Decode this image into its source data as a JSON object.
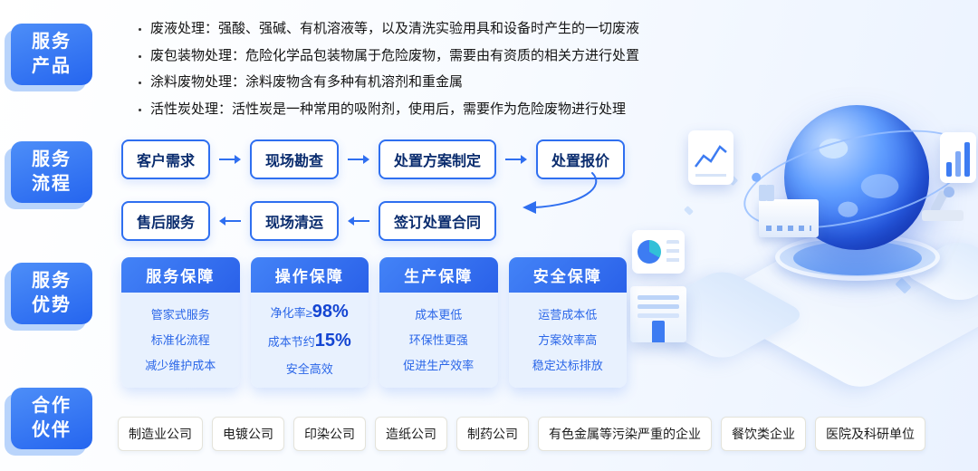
{
  "products": {
    "badge": [
      "服务",
      "产品"
    ],
    "items": [
      "废液处理：强酸、强碱、有机溶液等，以及清洗实验用具和设备时产生的一切废液",
      "废包装物处理：危险化学品包装物属于危险废物，需要由有资质的相关方进行处置",
      "涂料废物处理：涂料废物含有多种有机溶剂和重金属",
      "活性炭处理：活性炭是一种常用的吸附剂，使用后，需要作为危险废物进行处理"
    ]
  },
  "process": {
    "badge": [
      "服务",
      "流程"
    ],
    "row1": [
      "客户需求",
      "现场勘查",
      "处置方案制定",
      "处置报价"
    ],
    "row2": [
      "售后服务",
      "现场清运",
      "签订处置合同"
    ]
  },
  "advantages": {
    "badge": [
      "服务",
      "优势"
    ],
    "cards": [
      {
        "title": "服务保障",
        "lines": [
          "管家式服务",
          "标准化流程",
          "减少维护成本"
        ]
      },
      {
        "title": "操作保障",
        "stats": [
          {
            "label": "净化率≥",
            "value": "98%"
          },
          {
            "label": "成本节约",
            "value": "15%"
          }
        ],
        "line": "安全高效"
      },
      {
        "title": "生产保障",
        "lines": [
          "成本更低",
          "环保性更强",
          "促进生产效率"
        ]
      },
      {
        "title": "安全保障",
        "lines": [
          "运营成本低",
          "方案效率高",
          "稳定达标排放"
        ]
      }
    ]
  },
  "partners": {
    "badge": [
      "合作",
      "伙伴"
    ],
    "tags": [
      "制造业公司",
      "电镀公司",
      "印染公司",
      "造纸公司",
      "制药公司",
      "有色金属等污染严重的企业",
      "餐饮类企业",
      "医院及科研单位"
    ]
  },
  "colors": {
    "accent": "#2F6FF0",
    "badge_blue": "#2D74F3",
    "card_body_bg": "#E8F1FE"
  }
}
